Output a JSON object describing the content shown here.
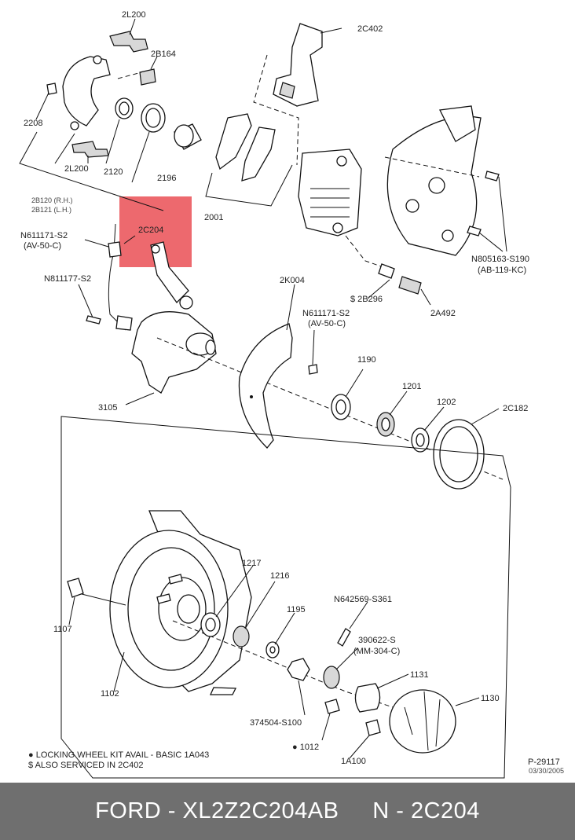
{
  "diagram": {
    "callouts": {
      "2L200_top": "2L200",
      "2B164": "2B164",
      "2208": "2208",
      "2L200_bot": "2L200",
      "2120": "2120",
      "2196": "2196",
      "2B120": "2B120 (R.H.)",
      "2B121": "2B121 (L.H.)",
      "2C402": "2C402",
      "2001": "2001",
      "N611171_1": "N611171-S2",
      "AV50C_1": "(AV-50-C)",
      "2C204": "2C204",
      "N811177": "N811177-S2",
      "3105": "3105",
      "2K004": "2K004",
      "N611171_2": "N611171-S2",
      "AV50C_2": "(AV-50-C)",
      "2B296": "$ 2B296",
      "2A492": "2A492",
      "N805163": "N805163-S190",
      "AB119": "(AB-119-KC)",
      "1190": "1190",
      "1201": "1201",
      "1202": "1202",
      "2C182": "2C182",
      "1217": "1217",
      "1216": "1216",
      "1195": "1195",
      "N642569": "N642569-S361",
      "390622": "390622-S",
      "MM304": "(MM-304-C)",
      "1107": "1107",
      "1131": "1131",
      "1130": "1130",
      "1102": "1102",
      "374504": "374504-S100",
      "1012": "● 1012",
      "1A100": "1A100"
    },
    "notes": {
      "locking": "● LOCKING WHEEL KIT AVAIL - BASIC 1A043",
      "serviced": "$ ALSO SERVICED IN 2C402"
    },
    "ref_id": "P-29117",
    "ref_date": "03/30/2005",
    "highlight_color": "#e8434a"
  },
  "footer": {
    "text": "FORD - XL2Z2C204AB     N - 2C204"
  },
  "colors": {
    "footer_bg": "#6f6f6f",
    "footer_text": "#ffffff",
    "line": "#111111"
  }
}
